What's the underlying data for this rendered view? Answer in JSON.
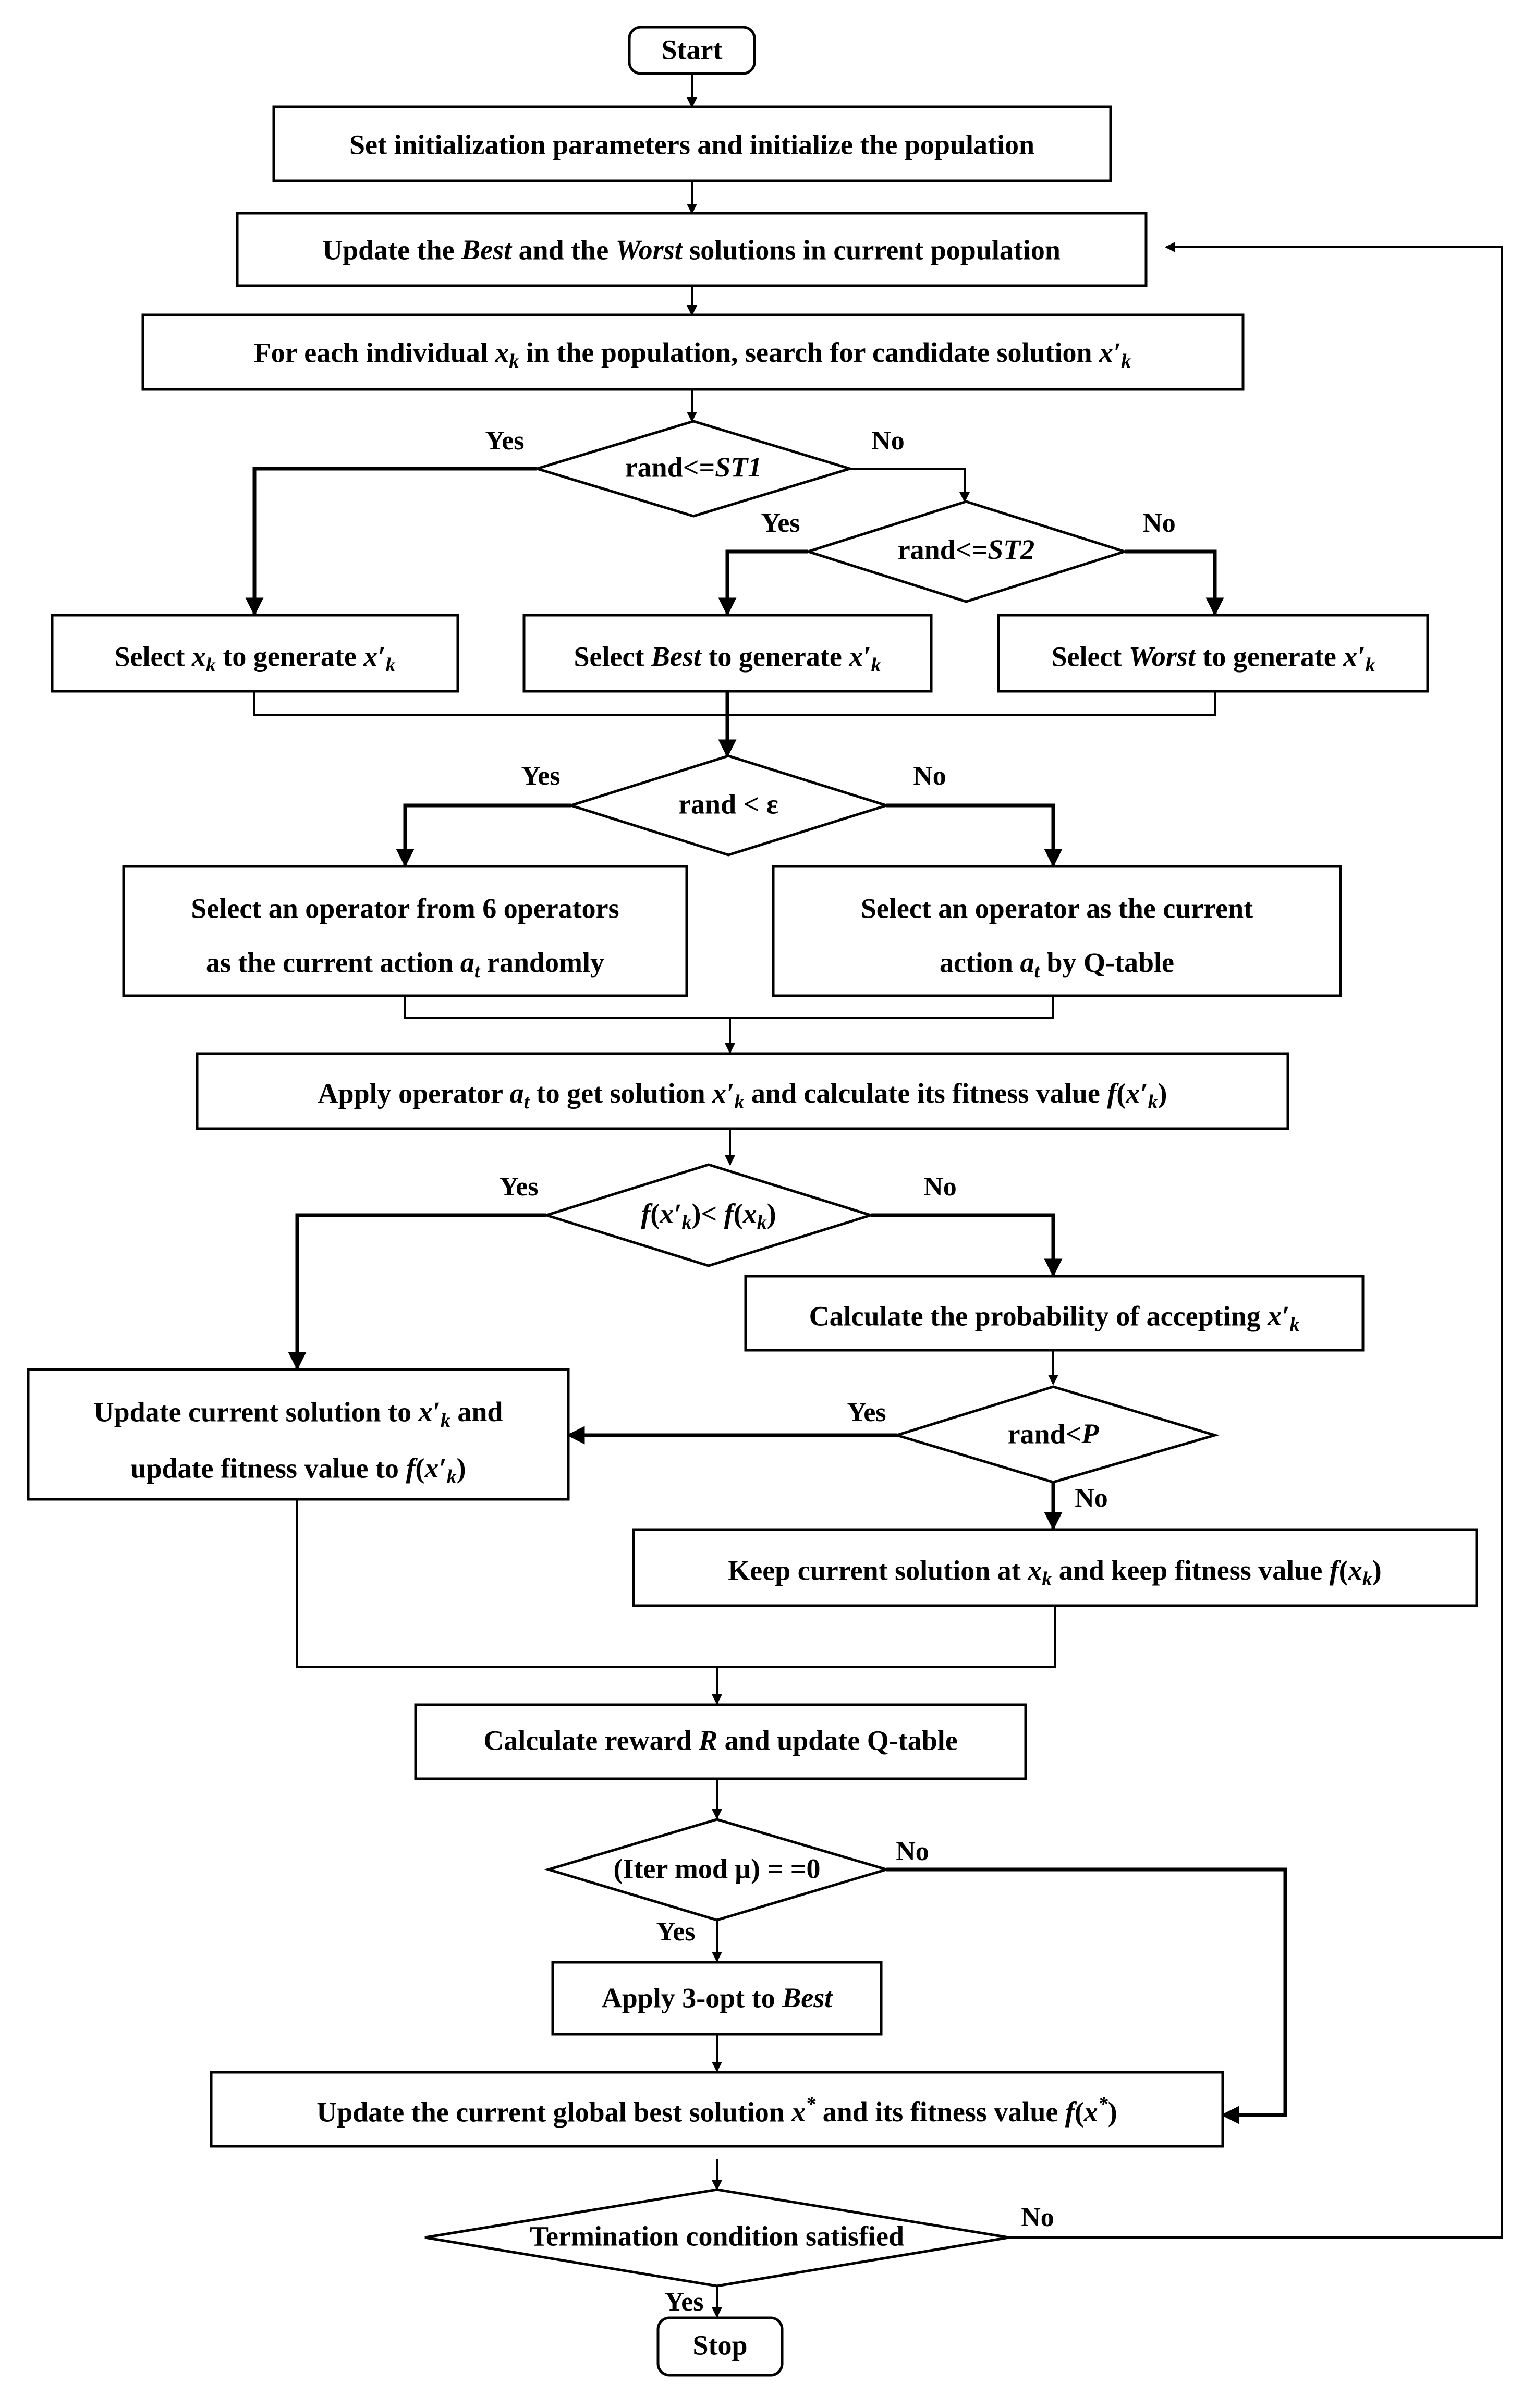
{
  "nodes": {
    "start": "Start",
    "init": "Set initialization parameters and initialize the population",
    "update_best_worst": "Update the Best and the Worst solutions in current population",
    "for_each": "For each individual x_k in the population, search for candidate solution x'_k",
    "dec_st1": "rand<=ST1",
    "dec_st2": "rand<=ST2",
    "sel_xk": "Select x_k to generate x'_k",
    "sel_best": "Select Best to generate x'_k",
    "sel_worst": "Select Worst to generate x'_k",
    "dec_eps": "rand < ε",
    "rand_op": "Select an operator from 6 operators as the current action a_t randomly",
    "q_op": "Select an operator as the current action a_t by Q-table",
    "apply_op": "Apply operator a_t to get solution x'_k and calculate its fitness value f(x'_k)",
    "dec_fit": "f(x'_k)< f(x_k)",
    "calc_prob": "Calculate the probability of accepting x'_k",
    "update_cur": "Update current solution to x'_k and update fitness value to f(x'_k)",
    "dec_p": "rand<P",
    "keep_cur": "Keep current solution at x_k and keep fitness value f(x_k)",
    "reward": "Calculate reward R and update Q-table",
    "dec_iter": "(Iter mod μ) = =0",
    "three_opt": "Apply 3-opt to Best",
    "update_global": "Update the current global best solution x* and its fitness value f(x*)",
    "dec_term": "Termination condition satisfied",
    "stop": "Stop"
  },
  "branch_labels": {
    "yes": "Yes",
    "no": "No"
  }
}
